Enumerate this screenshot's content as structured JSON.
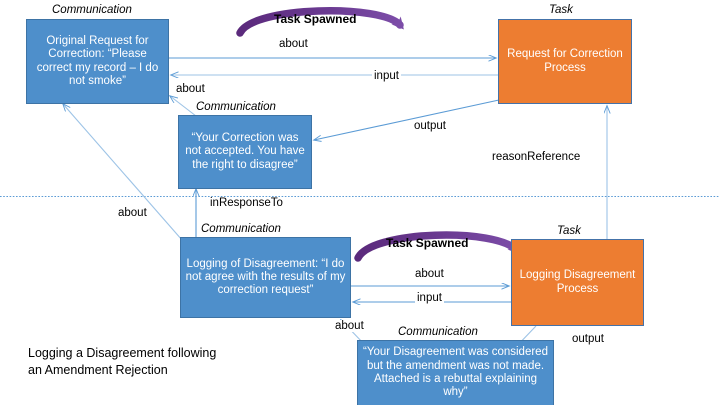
{
  "diagram": {
    "caption": "Logging a Disagreement following\nan Amendment Rejection",
    "colors": {
      "communication_fill": "#4E8FCB",
      "task_fill": "#ED7D31",
      "connector": "#5B9BD5",
      "spawn_arrow_start": "#5B2A7C",
      "spawn_arrow_end": "#7C4DA8",
      "divider": "#5B9BD5"
    },
    "stereotypes": {
      "communication": "Communication",
      "task": "Task"
    },
    "nodes": [
      {
        "id": "original-request",
        "stereotype": "Communication",
        "text": "Original Request for Correction: “Please correct my record – I do not smoke”",
        "kind": "communication"
      },
      {
        "id": "request-for-correction-process",
        "stereotype": "Task",
        "text": "Request for Correction Process",
        "kind": "task"
      },
      {
        "id": "correction-not-accepted",
        "stereotype": "Communication",
        "text": "“Your Correction was not accepted.  You have the right to disagree”",
        "kind": "communication"
      },
      {
        "id": "logging-of-disagreement",
        "stereotype": "Communication",
        "text": "Logging of Disagreement: “I do not agree with the results of my correction request”",
        "kind": "communication"
      },
      {
        "id": "logging-disagreement-process",
        "stereotype": "Task",
        "text": "Logging Disagreement Process",
        "kind": "task"
      },
      {
        "id": "disagreement-considered",
        "stereotype": "Communication",
        "text": "“Your Disagreement was considered but the amendment was not made.  Attached is a rebuttal explaining why”",
        "kind": "communication"
      }
    ],
    "edges": [
      {
        "id": "about-top",
        "label": "about"
      },
      {
        "id": "input-top",
        "label": "input"
      },
      {
        "id": "about-mid-upper",
        "label": "about"
      },
      {
        "id": "output-top",
        "label": "output"
      },
      {
        "id": "reason-reference",
        "label": "reasonReference"
      },
      {
        "id": "in-response-to",
        "label": "inResponseTo"
      },
      {
        "id": "about-diagonal-left",
        "label": "about"
      },
      {
        "id": "about-bottom",
        "label": "about"
      },
      {
        "id": "input-bottom",
        "label": "input"
      },
      {
        "id": "about-bottom-left",
        "label": "about"
      },
      {
        "id": "output-bottom",
        "label": "output"
      }
    ],
    "spawn_arrows": [
      {
        "id": "task-spawned-top",
        "label": "Task Spawned"
      },
      {
        "id": "task-spawned-bottom",
        "label": "Task Spawned"
      }
    ]
  }
}
